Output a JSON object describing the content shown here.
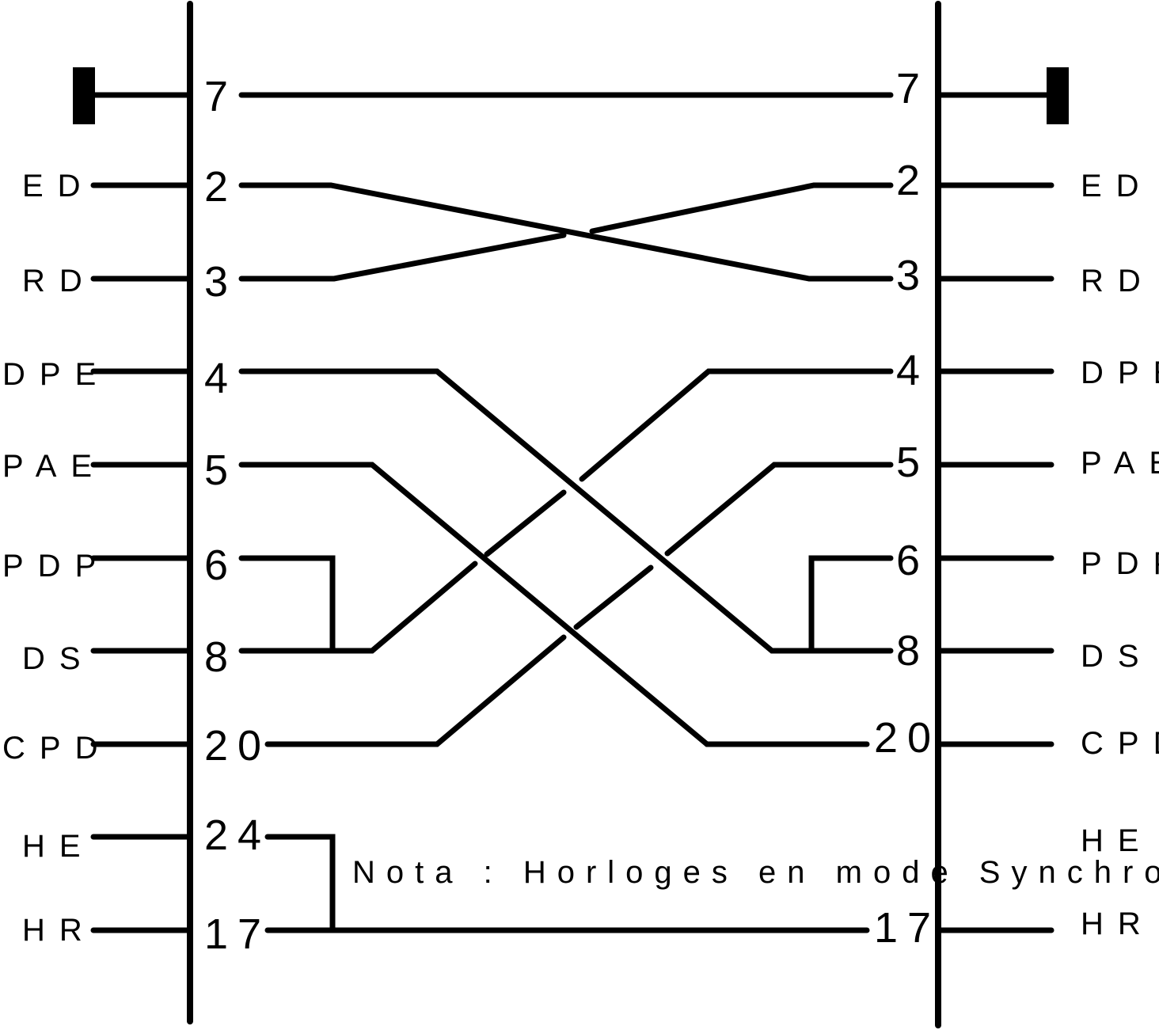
{
  "left_connector": {
    "signals": [
      "ED",
      "RD",
      "DPE",
      "PAE",
      "PDP",
      "DS",
      "CPD",
      "HE",
      "HR"
    ],
    "pins": [
      "7",
      "2",
      "3",
      "4",
      "5",
      "6",
      "8",
      "20",
      "24",
      "17"
    ]
  },
  "right_connector": {
    "signals": [
      "ED",
      "RD",
      "DPE",
      "PAE",
      "PDP",
      "DS",
      "CPD",
      "HE",
      "HR"
    ],
    "pins": [
      "7",
      "2",
      "3",
      "4",
      "5",
      "6",
      "8",
      "20",
      "17"
    ]
  },
  "connections": [
    {
      "from": "7",
      "to": "7"
    },
    {
      "from": "2",
      "to": "3"
    },
    {
      "from": "3",
      "to": "2"
    },
    {
      "from": "4",
      "to": "8"
    },
    {
      "from": "5",
      "to": "20"
    },
    {
      "from": "6",
      "to": "8"
    },
    {
      "from": "8",
      "to": "4"
    },
    {
      "from": "20",
      "to": "5"
    },
    {
      "from": "24",
      "to": "17"
    },
    {
      "from": "17",
      "to": "17"
    }
  ],
  "note": "Nota : Horloges en mode Synchrone"
}
